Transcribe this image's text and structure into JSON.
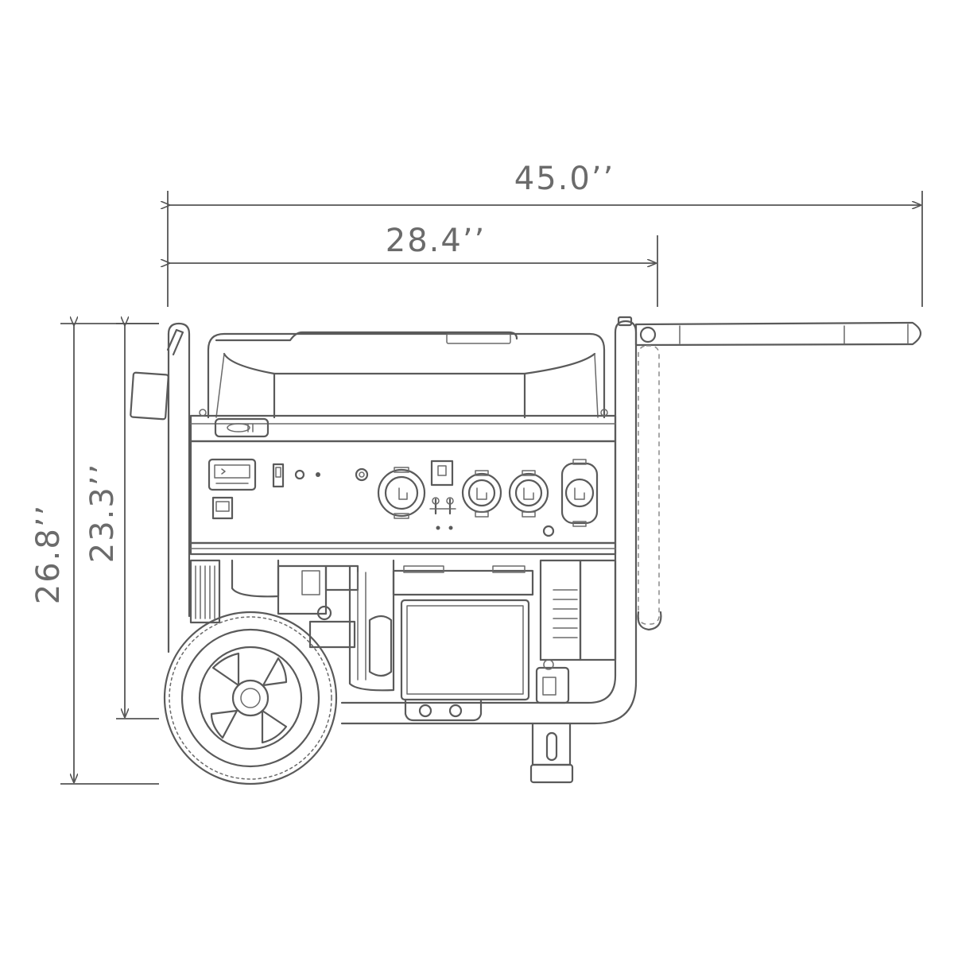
{
  "dimensions": {
    "overall_length": "45.0’’",
    "frame_length": "28.4’’",
    "overall_height": "26.8’’",
    "frame_height": "23.3’’"
  },
  "colors": {
    "line": "#5a5a5a",
    "dimension_text": "#6b6b6b",
    "background": "#ffffff"
  }
}
